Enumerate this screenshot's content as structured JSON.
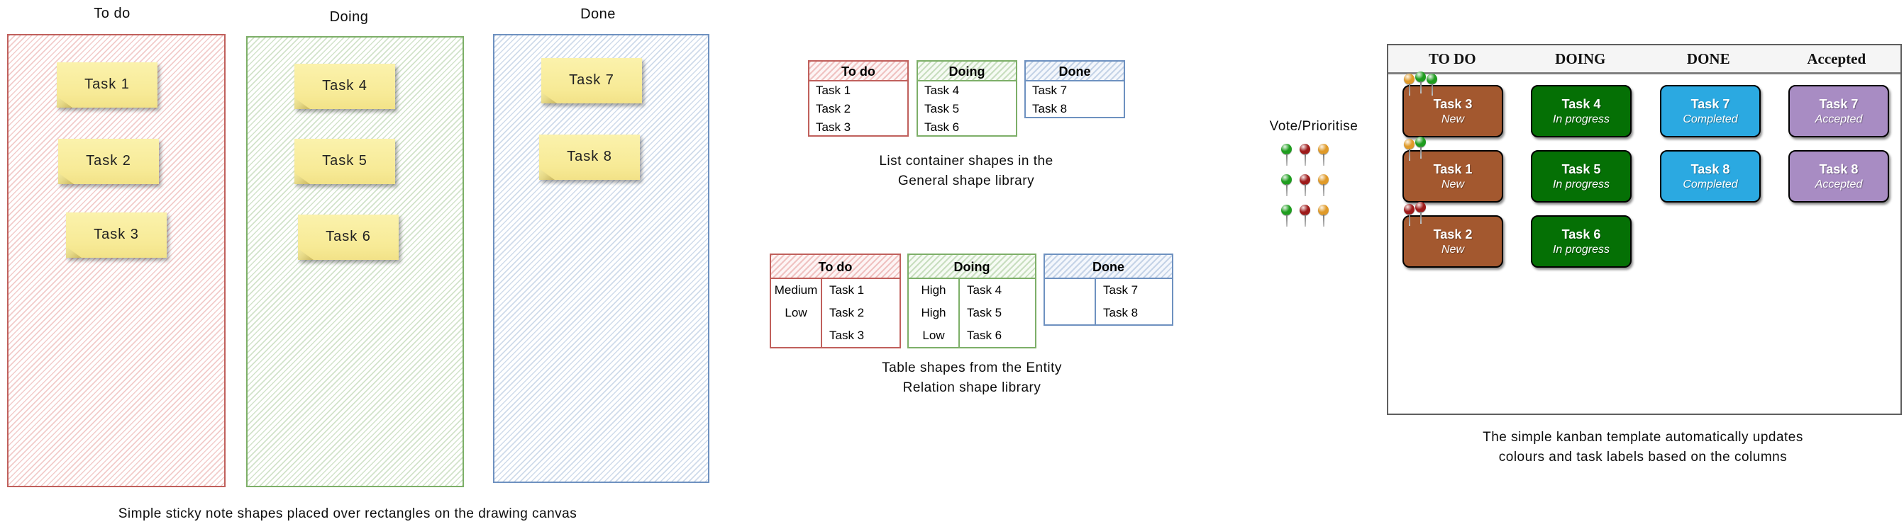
{
  "colors": {
    "red_border": "#C0605C",
    "green_border": "#7DAF68",
    "blue_border": "#6E91C0",
    "brown": "#A3582F",
    "green": "#057005",
    "blue": "#2BA9E1",
    "purple": "#A88CC3",
    "pin_green": "#1F9D1F",
    "pin_red": "#9E1A1A",
    "pin_orange": "#E09A28",
    "kb_header_bg": "#F5F5F5",
    "sticky_yellow": "#F7EA96"
  },
  "sticky_board": {
    "columns": [
      {
        "label": "To do",
        "notes": [
          "Task 1",
          "Task 2",
          "Task 3"
        ]
      },
      {
        "label": "Doing",
        "notes": [
          "Task 4",
          "Task 5",
          "Task 6"
        ]
      },
      {
        "label": "Done",
        "notes": [
          "Task 7",
          "Task 8"
        ]
      }
    ],
    "caption": "Simple sticky note shapes placed over rectangles on the drawing canvas"
  },
  "list_shapes": {
    "lists": [
      {
        "title": "To do",
        "items": [
          "Task 1",
          "Task 2",
          "Task 3"
        ]
      },
      {
        "title": "Doing",
        "items": [
          "Task 4",
          "Task 5",
          "Task 6"
        ]
      },
      {
        "title": "Done",
        "items": [
          "Task 7",
          "Task 8"
        ]
      }
    ],
    "caption": [
      "List container shapes in the",
      "General shape library"
    ]
  },
  "table_shapes": {
    "tables": [
      {
        "title": "To do",
        "rows": [
          {
            "priority": "Medium",
            "task": "Task 1"
          },
          {
            "priority": "Low",
            "task": "Task 2"
          },
          {
            "priority": "",
            "task": "Task 3"
          }
        ]
      },
      {
        "title": "Doing",
        "rows": [
          {
            "priority": "High",
            "task": "Task 4"
          },
          {
            "priority": "High",
            "task": "Task 5"
          },
          {
            "priority": "Low",
            "task": "Task 6"
          }
        ]
      },
      {
        "title": "Done",
        "rows": [
          {
            "priority": "",
            "task": "Task 7"
          },
          {
            "priority": "",
            "task": "Task 8"
          }
        ]
      }
    ],
    "caption": [
      "Table shapes from the Entity",
      "Relation shape library"
    ]
  },
  "vote": {
    "label": "Vote/Prioritise",
    "rows": [
      [
        "green",
        "red",
        "orange"
      ],
      [
        "green",
        "red",
        "orange"
      ],
      [
        "green",
        "red",
        "orange"
      ]
    ]
  },
  "kanban": {
    "headers": [
      "TO DO",
      "DOING",
      "DONE",
      "Accepted"
    ],
    "columns": [
      {
        "cards": [
          {
            "title": "Task 3",
            "status": "New",
            "pins": [
              "orange",
              "green",
              "green"
            ]
          },
          {
            "title": "Task 1",
            "status": "New",
            "pins": [
              "orange",
              "green"
            ]
          },
          {
            "title": "Task 2",
            "status": "New",
            "pins": [
              "red",
              "red"
            ]
          }
        ]
      },
      {
        "cards": [
          {
            "title": "Task 4",
            "status": "In progress"
          },
          {
            "title": "Task 5",
            "status": "In progress"
          },
          {
            "title": "Task 6",
            "status": "In progress"
          }
        ]
      },
      {
        "cards": [
          {
            "title": "Task 7",
            "status": "Completed"
          },
          {
            "title": "Task 8",
            "status": "Completed"
          }
        ]
      },
      {
        "cards": [
          {
            "title": "Task 7",
            "status": "Accepted"
          },
          {
            "title": "Task 8",
            "status": "Accepted"
          }
        ]
      }
    ],
    "caption": [
      "The simple kanban template automatically updates",
      "colours and task labels based on the columns"
    ]
  }
}
